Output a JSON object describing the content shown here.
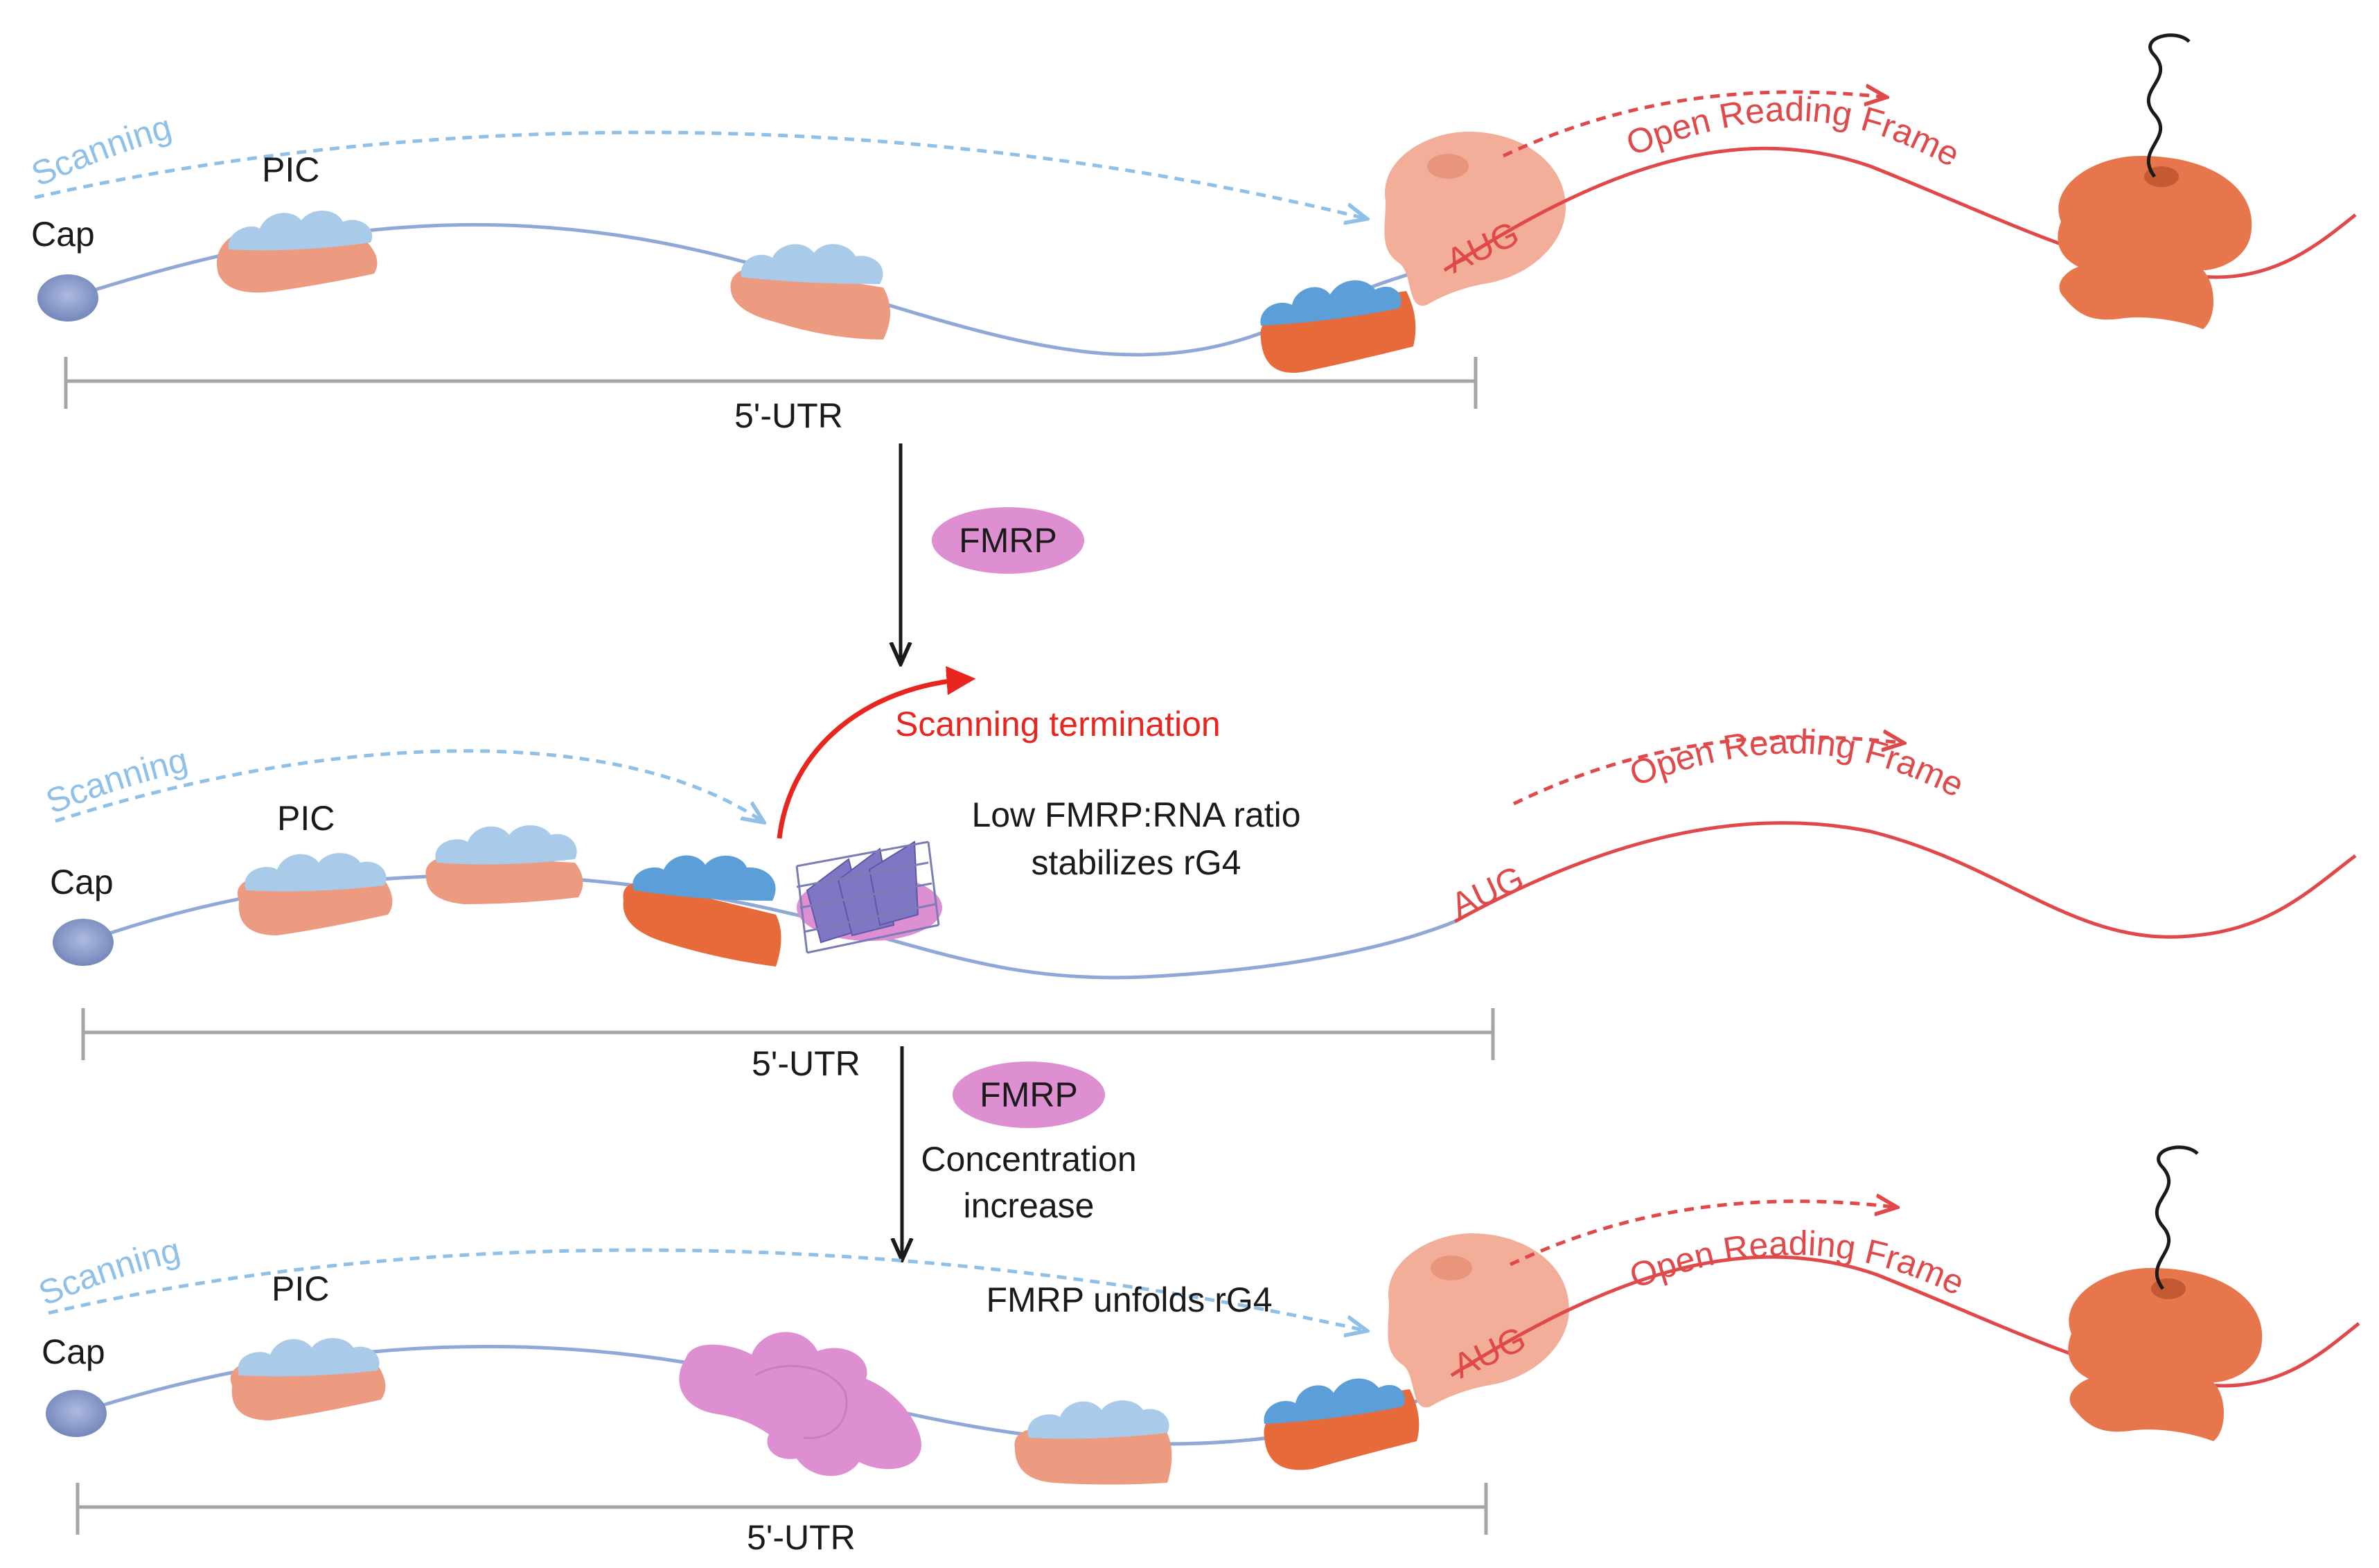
{
  "panels": [
    {
      "scanning": "Scanning",
      "pic": "PIC",
      "cap": "Cap",
      "utr": "5'-UTR",
      "aug": "AUG",
      "orf": "Open Reading Frame"
    },
    {
      "scanning": "Scanning",
      "pic": "PIC",
      "cap": "Cap",
      "utr": "5'-UTR",
      "aug": "AUG",
      "orf": "Open Reading Frame",
      "termination": "Scanning termination",
      "note_line1": "Low FMRP:RNA ratio",
      "note_line2": "stabilizes rG4"
    },
    {
      "scanning": "Scanning",
      "pic": "PIC",
      "cap": "Cap",
      "utr": "5'-UTR",
      "aug": "AUG",
      "orf": "Open Reading Frame",
      "note": "FMRP unfolds rG4"
    }
  ],
  "step1": {
    "protein": "FMRP"
  },
  "step2": {
    "protein": "FMRP",
    "line1": "Concentration",
    "line2": "increase"
  },
  "colors": {
    "mrna": "#8fa8d6",
    "orf": "#e0494a",
    "scan": "#8fc1e8",
    "pic_light_top": "#a9cbe9",
    "pic_light_bottom": "#ec9a80",
    "pic_dark_top": "#5c9fd8",
    "pic_dark_bottom": "#e76a3b",
    "ribosome_light": "#f2ae98",
    "ribosome_dark": "#e8764d",
    "fmrp": "#dd8fd2",
    "rg4": "#7f77c4",
    "cap": "#7f93c4"
  }
}
